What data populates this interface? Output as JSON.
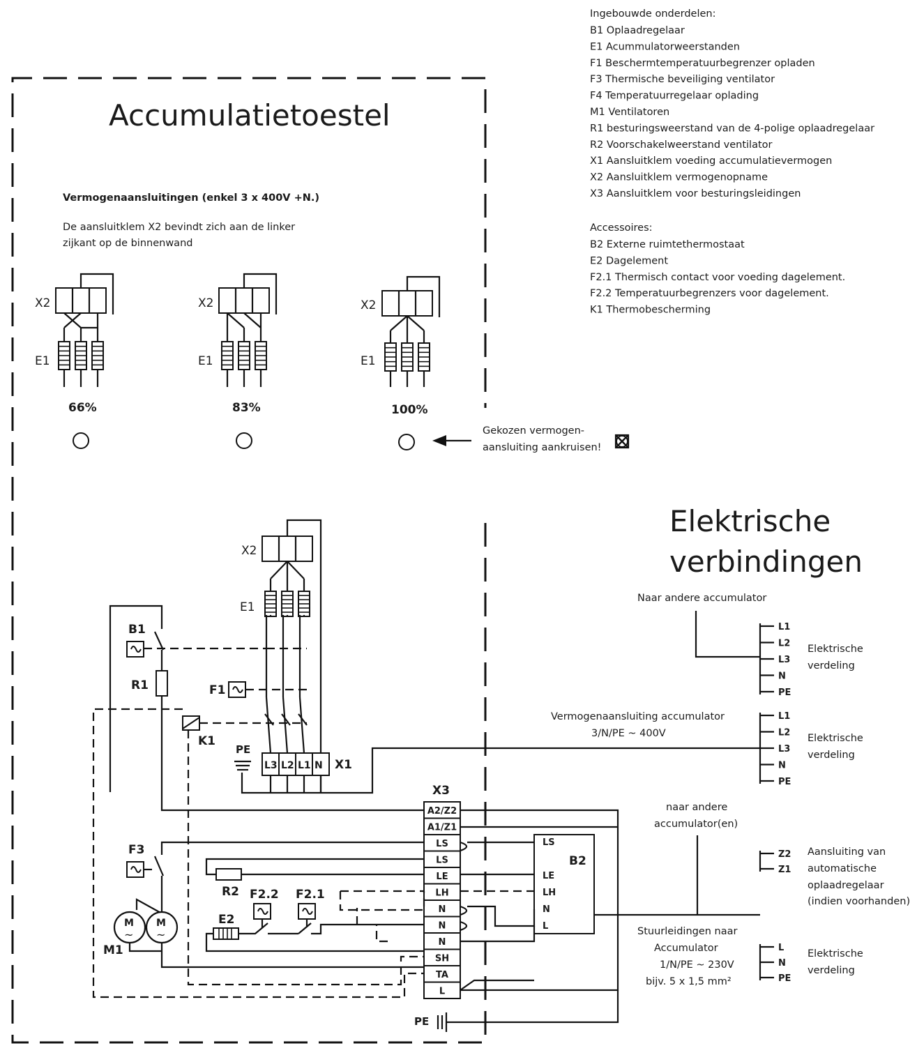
{
  "legend": {
    "built_in_heading": "Ingebouwde onderdelen:",
    "built_in": [
      "B1 Oplaadregelaar",
      "E1 Acummulatorweerstanden",
      "F1  Beschermtemperatuurbegrenzer  opladen",
      "F3 Thermische beveiliging ventilator",
      "F4 Temperatuurregelaar oplading",
      "M1 Ventilatoren",
      "R1 besturingsweerstand van de 4-polige oplaadregelaar",
      "R2 Voorschakelweerstand ventilator",
      "X1 Aansluitklem voeding accumulatievermogen",
      "X2 Aansluitklem vermogenopname",
      "X3 Aansluitklem voor besturingsleidingen"
    ],
    "accessories_heading": "Accessoires:",
    "accessories": [
      "B2 Externe ruimtethermostaat",
      "E2 Dagelement",
      "F2.1  Thermisch contact voor voeding dagelement.",
      "F2.2 Temperatuurbegrenzers voor dagelement.",
      "K1 Thermobescherming"
    ]
  },
  "device": {
    "title": "Accumulatietoestel",
    "power_heading": "Vermogenaansluitingen (enkel 3 x 400V +N.)",
    "note_line1": "De aansluitklem X2 bevindt zich aan de linker",
    "note_line2": "zijkant op de binnenwand",
    "options": [
      {
        "x2": "X2",
        "e1": "E1",
        "percent": "66%"
      },
      {
        "x2": "X2",
        "e1": "E1",
        "percent": "83%"
      },
      {
        "x2": "X2",
        "e1": "E1",
        "percent": "100%"
      }
    ],
    "choose_line1": "Gekozen vermogen-",
    "choose_line2": "aansluiting aankruisen!"
  },
  "electrical": {
    "title_line1": "Elektrische",
    "title_line2": "verbindingen",
    "other_accumulator": "Naar andere accumulator",
    "power_conn_line1": "Vermogenaansluiting accumulator",
    "power_conn_line2": "3/N/PE ~ 400V",
    "other_accumulators_line1": "naar andere",
    "other_accumulators_line2": "accumulator(en)",
    "control_line1": "Stuurleidingen naar",
    "control_line2": "Accumulator",
    "control_line3": "1/N/PE ~ 230V",
    "control_line4": "bijv. 5 x 1,5 mm²",
    "distribution_line1": "Elektrische",
    "distribution_line2": "verdeling",
    "auto_line1": "Aansluiting van",
    "auto_line2": "automatische",
    "auto_line3": "oplaadregelaar",
    "auto_line4": "(indien voorhanden)",
    "phase_terms": [
      "L1",
      "L2",
      "L3",
      "N",
      "PE"
    ],
    "z_terms": [
      "Z2",
      "Z1"
    ],
    "single_phase_terms": [
      "L",
      "N",
      "PE"
    ]
  },
  "schematic": {
    "x2": "X2",
    "e1": "E1",
    "b1": "B1",
    "r1": "R1",
    "f1": "F1",
    "k1": "K1",
    "pe": "PE",
    "x1": "X1",
    "x3": "X3",
    "f3": "F3",
    "r2": "R2",
    "f22": "F2.2",
    "f21": "F2.1",
    "e2": "E2",
    "m1": "M1",
    "m": "M",
    "b2": "B2",
    "x1_terminals": [
      "L3",
      "L2",
      "L1",
      "N"
    ],
    "x3_terminals": [
      "A2/Z2",
      "A1/Z1",
      "LS",
      "LS",
      "LE",
      "LH",
      "N",
      "N",
      "N",
      "SH",
      "TA",
      "L"
    ],
    "b2_terminals": [
      "LS",
      "LE",
      "LH",
      "N",
      "L"
    ]
  }
}
